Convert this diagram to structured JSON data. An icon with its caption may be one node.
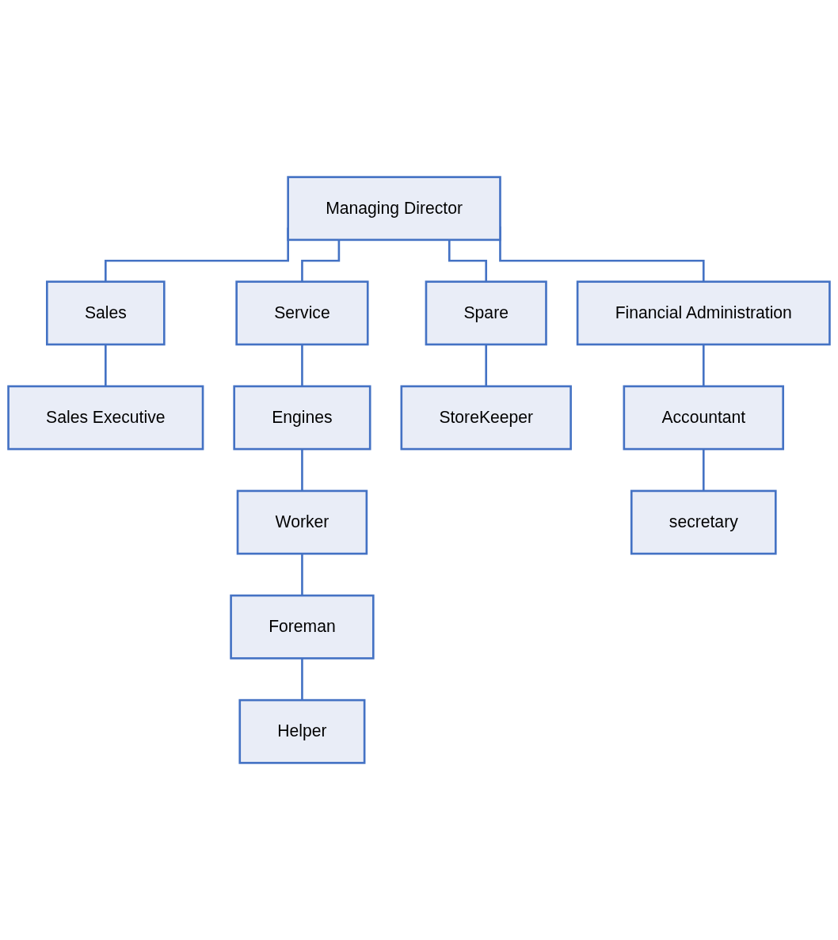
{
  "diagram": {
    "nodes": [
      {
        "text": [
          "Managing Director"
        ]
      },
      {
        "text": [
          "Sales"
        ]
      },
      {
        "text": [
          "Service"
        ]
      },
      {
        "text": [
          "Spare"
        ]
      },
      {
        "text": [
          "Financial Administration"
        ]
      },
      {
        "text": [
          "Sales Executive"
        ]
      },
      {
        "text": [
          "Engines"
        ]
      },
      {
        "text": [
          "StoreKeeper"
        ]
      },
      {
        "text": [
          "Accountant"
        ]
      },
      {
        "text": [
          "Worker"
        ]
      },
      {
        "text": [
          "secretary"
        ]
      },
      {
        "text": [
          "Foreman"
        ]
      },
      {
        "text": [
          "Helper"
        ]
      }
    ],
    "edges": [
      {
        "from": 0,
        "to": 1,
        "arrow": "none"
      },
      {
        "from": 0,
        "to": 2,
        "arrow": "none"
      },
      {
        "from": 0,
        "to": 3,
        "arrow": "none"
      },
      {
        "from": 0,
        "to": 4,
        "arrow": "none"
      },
      {
        "from": 1,
        "to": 5,
        "arrow": "none"
      },
      {
        "from": 2,
        "to": 6,
        "arrow": "none"
      },
      {
        "from": 3,
        "to": 7,
        "arrow": "none"
      },
      {
        "from": 4,
        "to": 8,
        "arrow": "none"
      },
      {
        "from": 6,
        "to": 9,
        "arrow": "none"
      },
      {
        "from": 8,
        "to": 10,
        "arrow": "none"
      },
      {
        "from": 9,
        "to": 11,
        "arrow": "none"
      },
      {
        "from": 11,
        "to": 12,
        "arrow": "none"
      }
    ]
  }
}
